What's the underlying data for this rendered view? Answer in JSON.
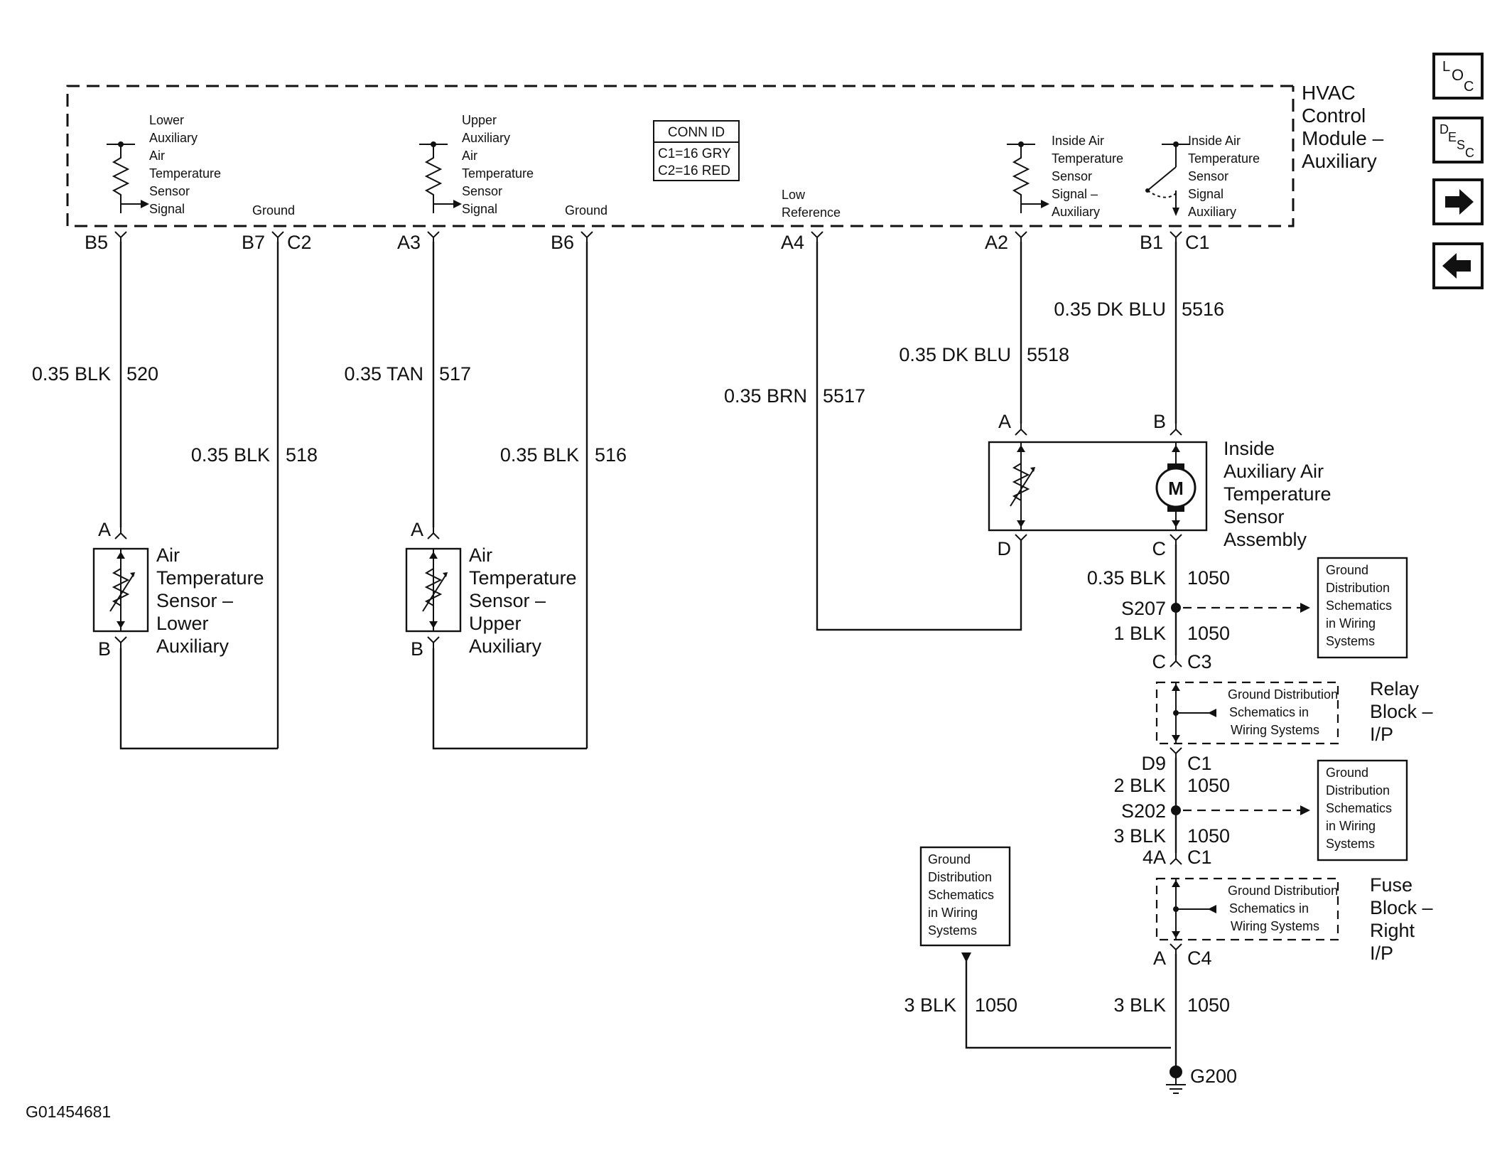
{
  "module": {
    "title_lines": [
      "HVAC",
      "Control",
      "Module –",
      "Auxiliary"
    ],
    "conn_id": {
      "title": "CONN ID",
      "lines": [
        "C1=16 GRY",
        "C2=16 RED"
      ]
    },
    "labels": {
      "lower_signal": [
        "Lower",
        "Auxiliary",
        "Air",
        "Temperature",
        "Sensor",
        "Signal"
      ],
      "upper_signal": [
        "Upper",
        "Auxiliary",
        "Air",
        "Temperature",
        "Sensor",
        "Signal"
      ],
      "ground": "Ground",
      "low_reference": [
        "Low",
        "Reference"
      ],
      "inside_signal": [
        "Inside Air",
        "Temperature",
        "Sensor",
        "Signal –",
        "Auxiliary"
      ],
      "inside_signal2": [
        "Inside Air",
        "Temperature",
        "Sensor",
        "Signal",
        "Auxiliary"
      ]
    }
  },
  "pins": {
    "b5": "B5",
    "b7": "B7",
    "c2": "C2",
    "a3": "A3",
    "b6": "B6",
    "a4": "A4",
    "a2": "A2",
    "b1": "B1",
    "c1": "C1"
  },
  "wires": {
    "w520": {
      "gauge": "0.35 BLK",
      "circuit": "520"
    },
    "w518": {
      "gauge": "0.35 BLK",
      "circuit": "518"
    },
    "w517": {
      "gauge": "0.35 TAN",
      "circuit": "517"
    },
    "w516": {
      "gauge": "0.35 BLK",
      "circuit": "516"
    },
    "w5517": {
      "gauge": "0.35 BRN",
      "circuit": "5517"
    },
    "w5518": {
      "gauge": "0.35 DK BLU",
      "circuit": "5518"
    },
    "w5516": {
      "gauge": "0.35 DK BLU",
      "circuit": "5516"
    },
    "w1050a": {
      "gauge": "0.35 BLK",
      "circuit": "1050"
    },
    "w1050b": {
      "gauge": "1 BLK",
      "circuit": "1050"
    },
    "w1050c": {
      "gauge": "2 BLK",
      "circuit": "1050"
    },
    "w1050d": {
      "gauge": "3 BLK",
      "circuit": "1050"
    },
    "w1050e": {
      "gauge": "3 BLK",
      "circuit": "1050"
    },
    "w1050f": {
      "gauge": "3 BLK",
      "circuit": "1050"
    }
  },
  "sensors": {
    "lower": {
      "pin_a": "A",
      "pin_b": "B",
      "name": [
        "Air",
        "Temperature",
        "Sensor –",
        "Lower",
        "Auxiliary"
      ]
    },
    "upper": {
      "pin_a": "A",
      "pin_b": "B",
      "name": [
        "Air",
        "Temperature",
        "Sensor –",
        "Upper",
        "Auxiliary"
      ]
    },
    "inside": {
      "pin_a": "A",
      "pin_b": "B",
      "pin_c": "C",
      "pin_d": "D",
      "motor": "M",
      "name": [
        "Inside",
        "Auxiliary Air",
        "Temperature",
        "Sensor",
        "Assembly"
      ]
    }
  },
  "splices": {
    "s207": "S207",
    "s202": "S202"
  },
  "ground_ref": {
    "lines": [
      "Ground",
      "Distribution",
      "Schematics",
      "in Wiring",
      "Systems"
    ]
  },
  "relay_block": {
    "pin_top": "C",
    "conn_top": "C3",
    "pin_bot": "D9",
    "conn_bot": "C1",
    "inner": [
      "Ground Distribution",
      "Schematics in",
      "Wiring Systems"
    ],
    "name": [
      "Relay",
      "Block –",
      "I/P"
    ]
  },
  "fuse_block": {
    "pin_top": "4A",
    "conn_top": "C1",
    "pin_bot": "A",
    "conn_bot": "C4",
    "inner": [
      "Ground Distribution",
      "Schematics in",
      "Wiring Systems"
    ],
    "name": [
      "Fuse",
      "Block –",
      "Right",
      "I/P"
    ]
  },
  "ground": {
    "name": "G200"
  },
  "figure_id": "G01454681",
  "nav": {
    "loc": [
      "L",
      "O",
      "C"
    ],
    "desc": [
      "D",
      "E",
      "S",
      "C"
    ],
    "next": "→",
    "prev": "←"
  }
}
